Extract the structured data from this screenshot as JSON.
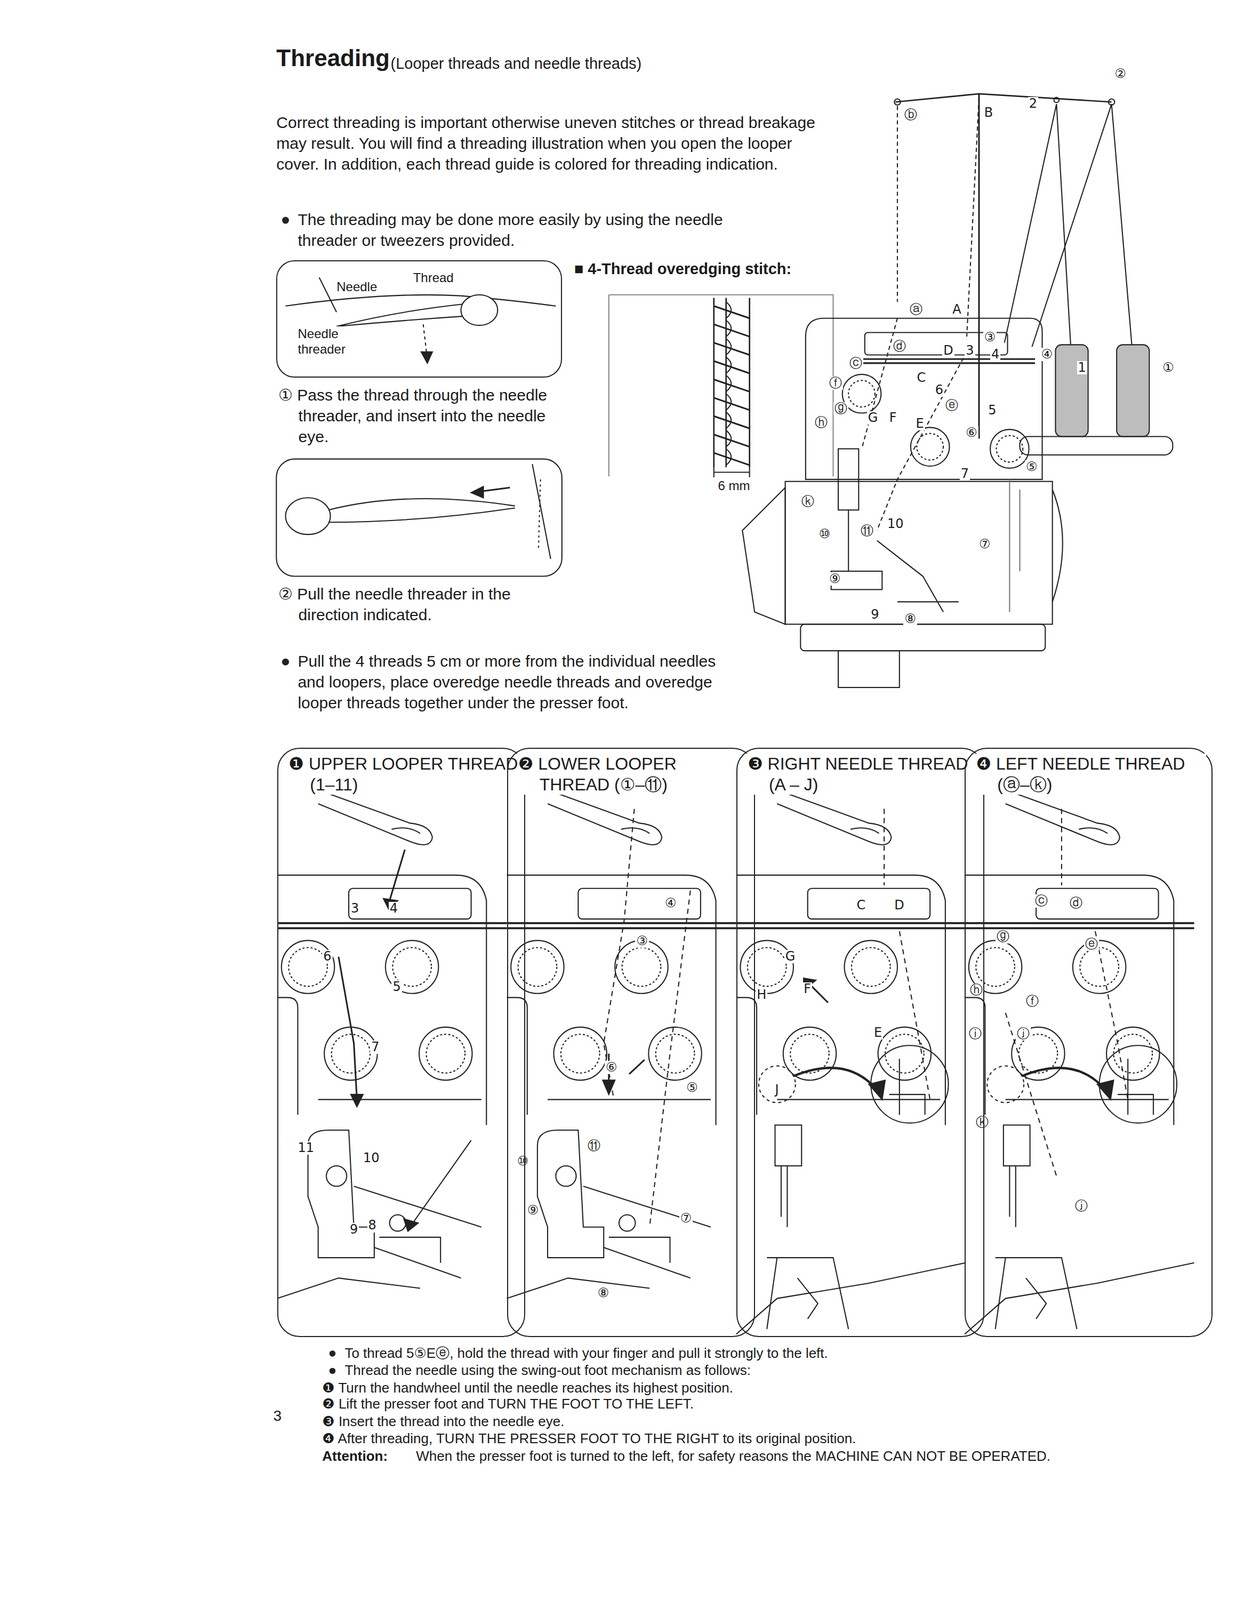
{
  "diagram": {
    "title": "Threading",
    "nodes": [
      {
        "text": [
          "Needle",
          "Thread",
          "Needle threader"
        ]
      },
      {
        "text": [
          "❶ UPPER LOOPER THREAD (1–11)"
        ]
      },
      {
        "text": [
          "❷ LOWER LOOPER THREAD (①–⑪)"
        ]
      },
      {
        "text": [
          "❸ RIGHT NEEDLE THREAD (A – J)"
        ]
      },
      {
        "text": [
          "❹ LEFT NEEDLE THREAD (ⓐ–ⓚ)"
        ]
      }
    ],
    "labels": [
      "(Looper threads and needle threads)",
      "Correct threading is important otherwise uneven stitches or thread breakage may result. You will find a threading illustration when you open the looper cover. In addition, each thread guide is colored for threading indication.",
      "The threading may be done more easily by using the needle threader or tweezers provided.",
      "① Pass the thread through the needle threader, and insert into the needle eye.",
      "② Pull the needle threader in the direction indicated.",
      "■ 4-Thread overedging stitch:",
      "6 mm",
      "Pull the 4 threads 5 cm or more from the individual needles and loopers, place overedge needle threads and overedge looper threads together under the presser foot.",
      "ⓑ",
      "B",
      "2",
      "②",
      "ⓐ",
      "A",
      "ⓓ",
      "D",
      "3",
      "4",
      "③",
      "④",
      "1",
      "①",
      "ⓒ",
      "C",
      "6",
      "ⓕ",
      "ⓖ",
      "G",
      "F",
      "ⓗ",
      "E",
      "ⓔ",
      "5",
      "⑥",
      "⑤",
      "7",
      "ⓚ",
      "⑩",
      "⑪",
      "10",
      "⑦",
      "⑨",
      "9",
      "⑧",
      "3",
      "4",
      "6",
      "5",
      "7",
      "11",
      "10",
      "9",
      "8",
      "④",
      "③",
      "⑥",
      "⑤",
      "⑪",
      "⑩",
      "⑦",
      "⑨",
      "⑧",
      "C",
      "D",
      "G",
      "H",
      "F",
      "E",
      "J",
      "ⓒ",
      "ⓓ",
      "ⓖ",
      "ⓔ",
      "ⓗ",
      "ⓕ",
      "ⓘ",
      "ⓙ",
      "ⓚ",
      "ⓙ",
      "To thread 5⑤Eⓔ, hold the thread with your finger and pull it strongly to the left.",
      "Thread the needle using the swing-out foot mechanism as follows:",
      "❶ Turn the handwheel until the needle reaches its highest position.",
      "❷ Lift the presser foot and TURN THE FOOT TO THE LEFT.",
      "❸ Insert the thread into the needle eye.",
      "❹ After threading, TURN THE PRESSER FOOT TO THE RIGHT to its original position.",
      "Attention:",
      "When the presser foot is turned to the left, for safety reasons the MACHINE CAN NOT BE OPERATED.",
      "3"
    ]
  }
}
